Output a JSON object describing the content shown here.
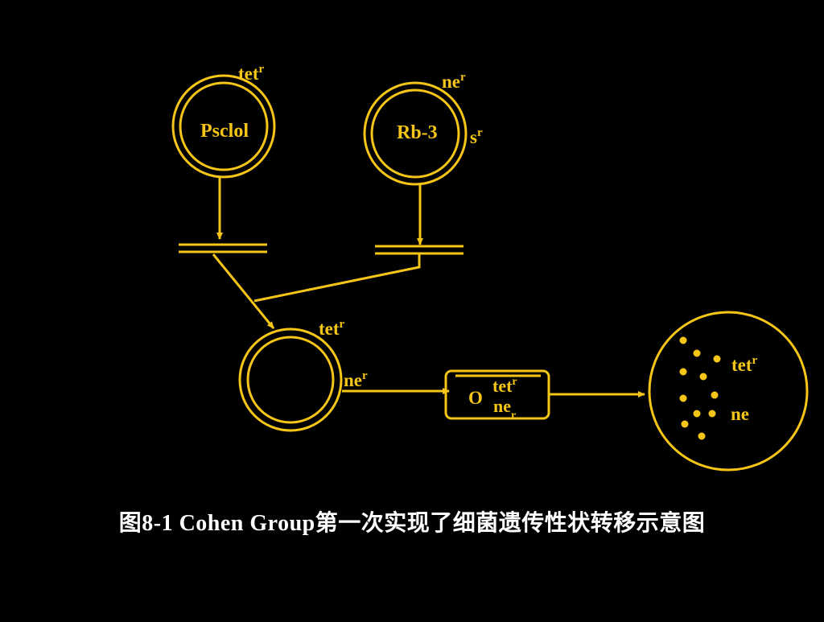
{
  "colors": {
    "background": "#000000",
    "accent": "#f5c518",
    "caption": "#ffffff"
  },
  "plasmid1": {
    "name": "Psclol",
    "marker_base": "tet",
    "marker_sup": "r"
  },
  "plasmid2": {
    "name": "Rb-3",
    "marker1_base": "ne",
    "marker1_sup": "r",
    "marker2_base": "s",
    "marker2_sup": "r"
  },
  "recombinant": {
    "marker1_base": "tet",
    "marker1_sup": "r",
    "marker2_base": "ne",
    "marker2_sup": "r"
  },
  "host_box": {
    "label": "O",
    "marker1_base": "tet",
    "marker1_sup": "r",
    "marker2_base": "ne",
    "marker2_sub": "r"
  },
  "colony": {
    "marker1_base": "tet",
    "marker1_sup": "r",
    "marker2": "ne"
  },
  "caption": "图8-1 Cohen Group第一次实现了细菌遗传性状转移示意图"
}
